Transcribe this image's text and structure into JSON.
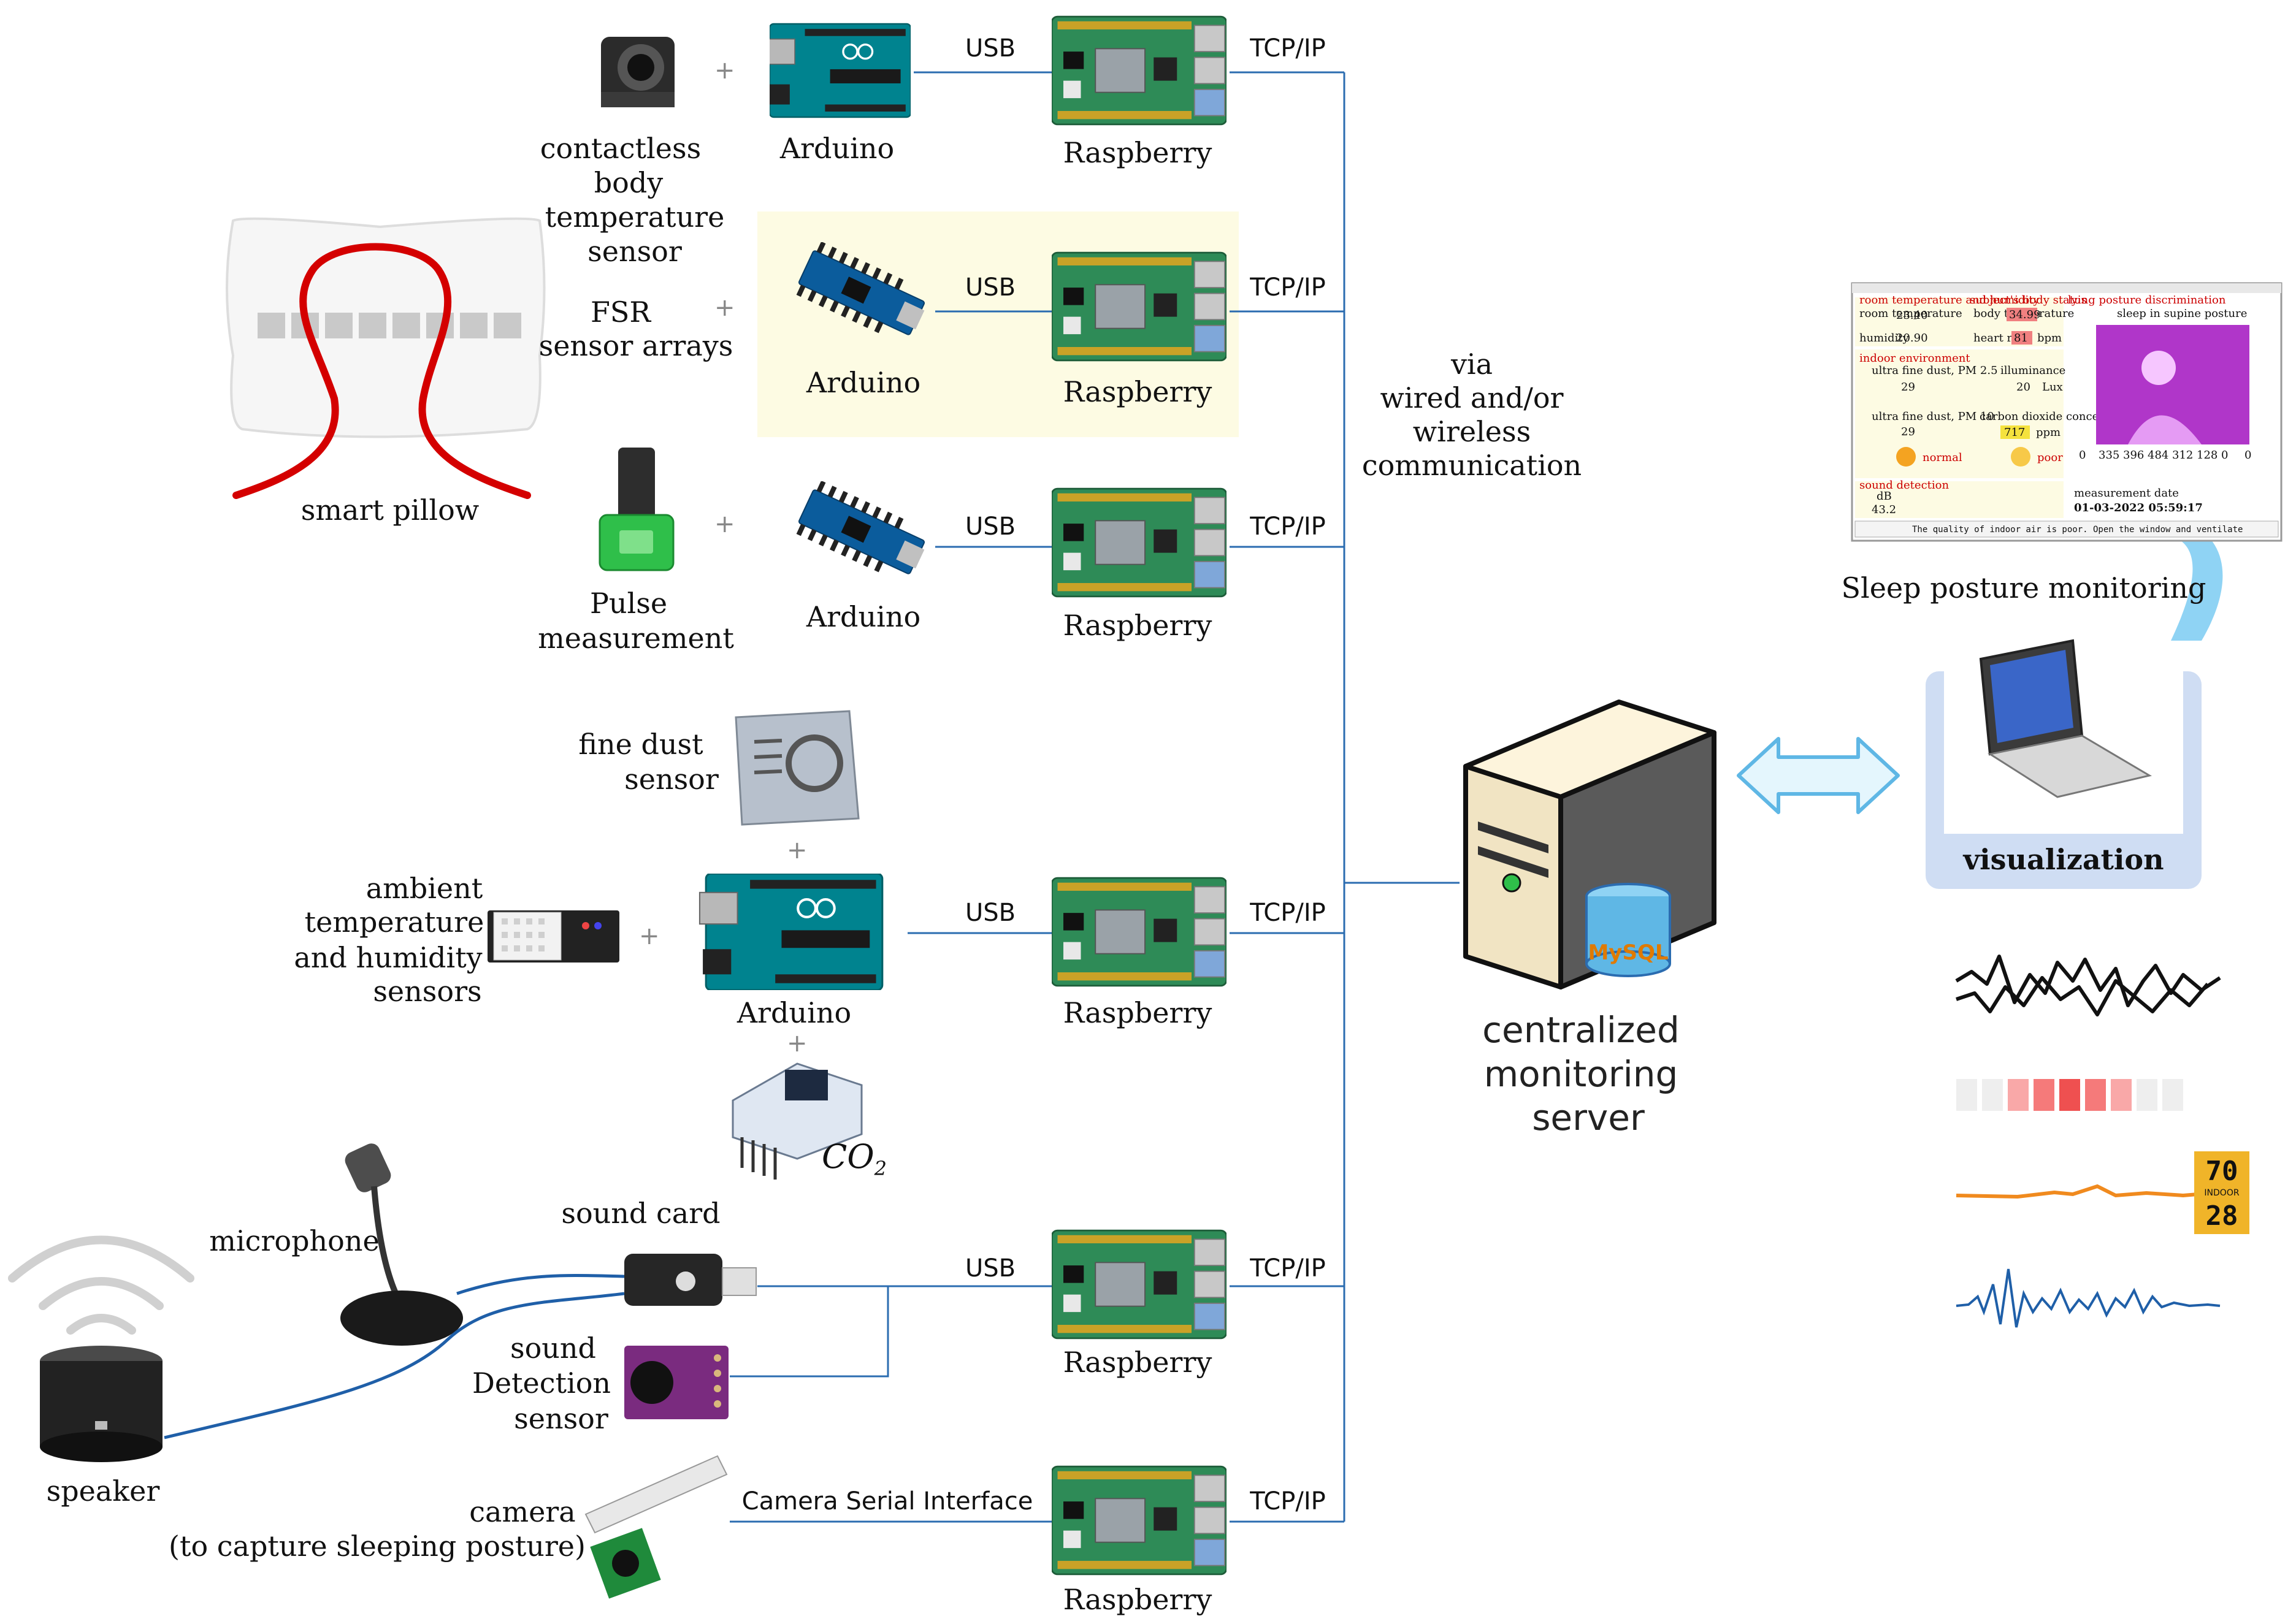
{
  "colors": {
    "wire": "#2b6cb0",
    "pillow_outline": "#d40000",
    "rpi_green": "#2e8b57",
    "arduino_teal": "#00838f",
    "highlight_panel": "#fdfbe3",
    "visualization_panel": "#cfddf3",
    "arrow": "#8fd3f4"
  },
  "labels": {
    "contactless": [
      "contactless",
      "body",
      "temperature",
      "sensor"
    ],
    "fsr": [
      "FSR",
      "sensor  arrays"
    ],
    "smart_pillow": "smart  pillow",
    "pulse": [
      "Pulse",
      "measurement"
    ],
    "fine_dust": [
      "fine  dust",
      "sensor"
    ],
    "ambient": [
      "ambient",
      "temperature",
      "and  humidity",
      "sensors"
    ],
    "co2": "CO",
    "co2_sub": "2",
    "microphone": "microphone",
    "sound_card": "sound  card",
    "sound_detection": [
      "sound",
      "Detection",
      "sensor"
    ],
    "speaker": "speaker",
    "camera": [
      "camera",
      "(to  capture  sleeping  posture)"
    ],
    "arduino": "Arduino",
    "raspberry": "Raspberry",
    "usb": "USB",
    "tcpip": "TCP/IP",
    "csi": "Camera  Serial  Interface",
    "plus": "+",
    "via": [
      "via",
      "wired  and/or",
      "wireless",
      "communication"
    ],
    "server": [
      "centralized",
      "monitoring",
      "server"
    ],
    "mysql": "MySQL",
    "visualization": "visualization",
    "sleep_posture": "Sleep  posture  monitoring",
    "thermo_top": "70",
    "thermo_mid": "INDOOR",
    "thermo_bottom": "28"
  },
  "screenshot": {
    "room_title": "room temperature and humidity",
    "subject_title": "subject's body status",
    "posture_title": "lying posture discrimination",
    "posture_state": "sleep in supine posture",
    "room_temp_label": "room temperature",
    "room_temp": "23.40",
    "humidity_label": "humidity",
    "humidity": "20.90",
    "body_temp_label": "body temperature",
    "body_temp": "34.99",
    "heart_rate_label": "heart rate",
    "heart_rate": "81",
    "heart_unit": "bpm",
    "indoor_title": "indoor environment",
    "pm25_label": "ultra fine dust, PM 2.5",
    "pm25": "29",
    "illum_label": "illuminance",
    "illum": "20",
    "illum_unit": "Lux",
    "pm10_label": "ultra fine dust, PM 10",
    "pm10": "29",
    "co2_label": "carbon dioxide concentration",
    "co2": "717",
    "co2_unit": "ppm",
    "normal": "normal",
    "poor": "poor",
    "sound_title": "sound detection",
    "sound_unit": "dB",
    "sound": "43.2",
    "fsr_values": [
      "0",
      "335",
      "396",
      "484",
      "312",
      "128",
      "0",
      "0"
    ],
    "date_label": "measurement date",
    "date": "01-03-2022 05:59:17",
    "message": "The quality of indoor air is poor. Open the window and ventilate"
  }
}
